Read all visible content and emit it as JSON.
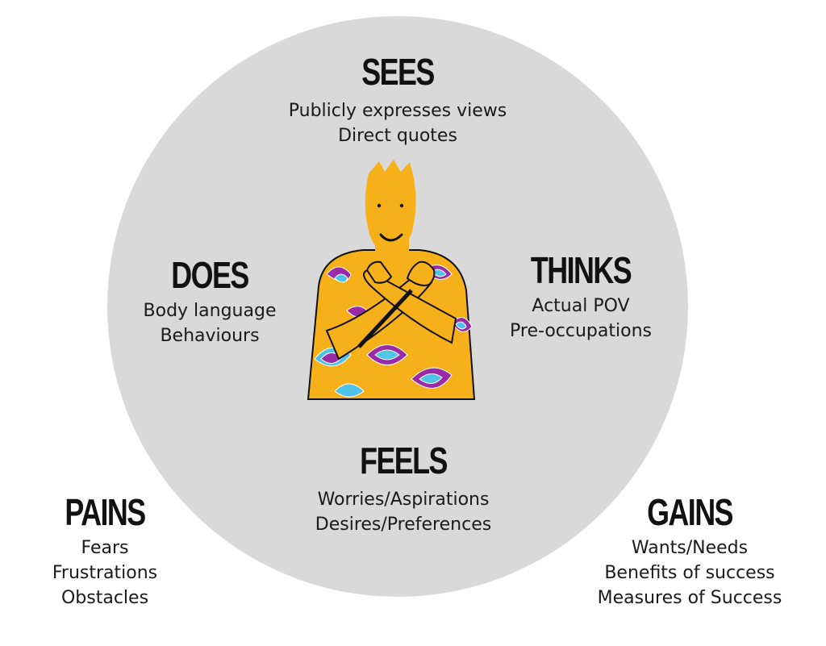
{
  "colors": {
    "circle": "#d9d9d9",
    "skin": "#f6b019",
    "pattern_purple": "#9b2aa8",
    "pattern_blue": "#4fc3e6",
    "outline": "#111111"
  },
  "icons": [
    "person-icon"
  ],
  "sections": {
    "sees": {
      "heading": "SEES",
      "lines": [
        "Publicly expresses views",
        "Direct quotes"
      ]
    },
    "does": {
      "heading": "DOES",
      "lines": [
        "Body language",
        "Behaviours"
      ]
    },
    "thinks": {
      "heading": "THINKS",
      "lines": [
        "Actual POV",
        "Pre-occupations"
      ]
    },
    "feels": {
      "heading": "FEELS",
      "lines": [
        "Worries/Aspirations",
        "Desires/Preferences"
      ]
    },
    "pains": {
      "heading": "PAINS",
      "lines": [
        "Fears",
        "Frustrations",
        "Obstacles"
      ]
    },
    "gains": {
      "heading": "GAINS",
      "lines": [
        "Wants/Needs",
        "Benefits of success",
        "Measures of Success"
      ]
    }
  }
}
